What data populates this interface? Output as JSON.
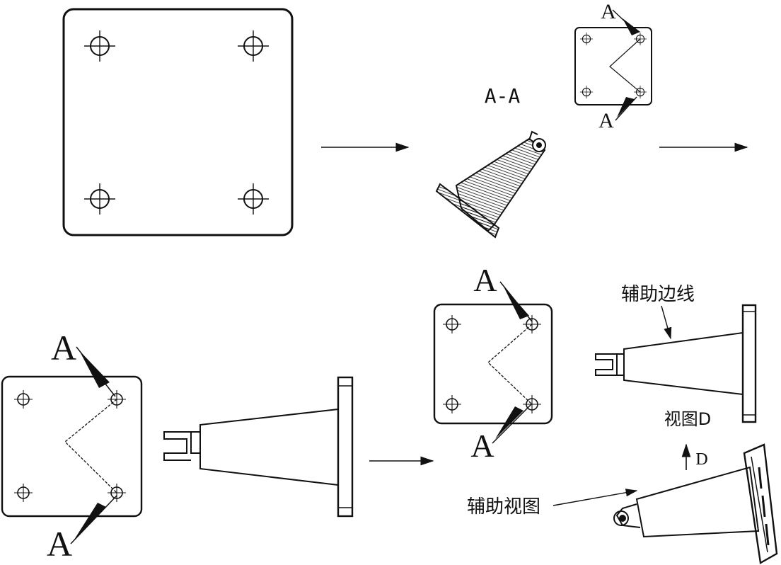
{
  "labels": {
    "section_top": "A-A",
    "section_a": "A",
    "aux_edge": "辅助边线",
    "view_d": "视图D",
    "dir_d": "D",
    "aux_view": "辅助视图"
  }
}
